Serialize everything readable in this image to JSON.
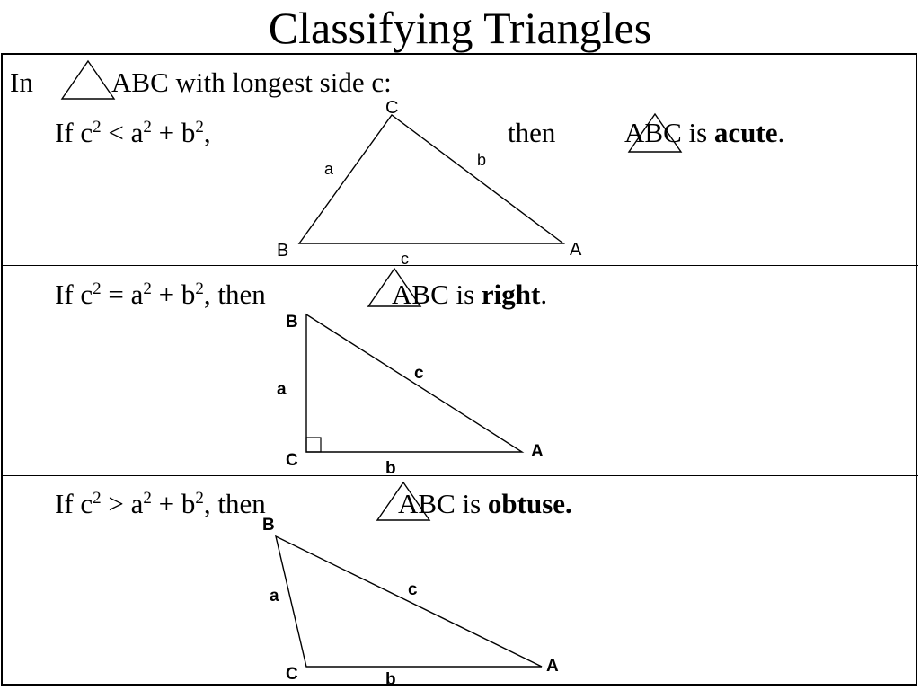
{
  "slide": {
    "title": "Classifying Triangles"
  },
  "intro": {
    "prefix": "In",
    "suffix": "ABC with longest side c:"
  },
  "acute": {
    "cond": {
      "if": "If c",
      "sq1": "2",
      "op": " < a",
      "sq2": "2",
      "plus": " + b",
      "sq3": "2",
      "tail": ","
    },
    "then": "then",
    "result": "ABC is",
    "word": "acute",
    "end": ".",
    "labels": {
      "A": "A",
      "B": "B",
      "C": "C",
      "a": "a",
      "b": "b",
      "c": "c"
    }
  },
  "right": {
    "cond": {
      "if": "If c",
      "sq1": "2",
      "op": " = a",
      "sq2": "2",
      "plus": " + b",
      "sq3": "2",
      "tail": ", then"
    },
    "result": "ABC is",
    "word": "right",
    "end": ".",
    "labels": {
      "A": "A",
      "B": "B",
      "C": "C",
      "a": "a",
      "b": "b",
      "c": "c"
    }
  },
  "obtuse": {
    "cond": {
      "if": "If c",
      "sq1": "2",
      "op": " > a",
      "sq2": "2",
      "plus": " + b",
      "sq3": "2",
      "tail": ", then"
    },
    "result": "ABC is",
    "word": "obtuse.",
    "labels": {
      "A": "A",
      "B": "B",
      "C": "C",
      "a": "a",
      "b": "b",
      "c": "c"
    }
  }
}
